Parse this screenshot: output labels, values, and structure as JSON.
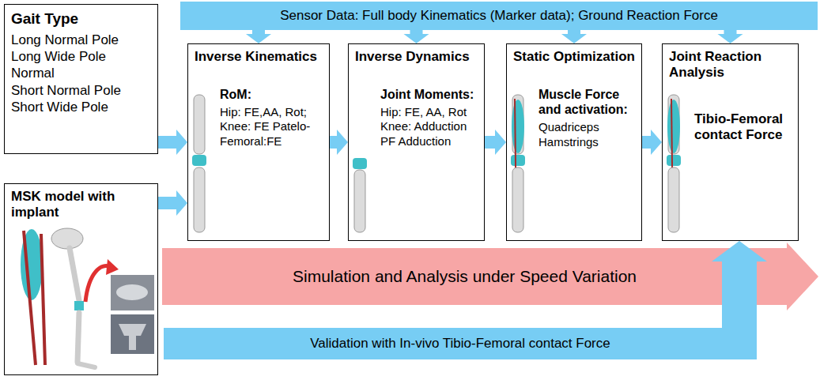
{
  "diagram": {
    "nodes": [
      {
        "text": [
          "Sensor Data: Full body Kinematics (Marker data); Ground Reaction Force"
        ]
      },
      {
        "text": [
          "Gait Type",
          "Long Normal Pole",
          "Long Wide Pole",
          "Normal",
          "Short Normal Pole",
          "Short Wide Pole"
        ]
      },
      {
        "text": [
          "Inverse Kinematics",
          "RoM:",
          "Hip: FE,AA, Rot; Knee: FE Patelo-Femoral:FE"
        ]
      },
      {
        "text": [
          "Inverse Dynamics",
          "Joint Moments:",
          "Hip: FE, AA, Rot Knee: Adduction PF Adduction"
        ]
      },
      {
        "text": [
          "Static Optimization",
          "Muscle Force and activation:",
          "Quadriceps Hamstrings"
        ]
      },
      {
        "text": [
          "Joint Reaction Analysis",
          "Tibio-Femoral contact Force"
        ]
      },
      {
        "text": [
          "MSK model with implant"
        ]
      },
      {
        "text": [
          "Simulation and Analysis under Speed Variation"
        ]
      },
      {
        "text": [
          "Validation with In-vivo Tibio-Femoral contact Force"
        ]
      }
    ],
    "edges": [
      {
        "from": 1,
        "to": 2,
        "arrow": "to"
      },
      {
        "from": 6,
        "to": 2,
        "arrow": "to"
      },
      {
        "from": 2,
        "to": 3,
        "arrow": "to"
      },
      {
        "from": 3,
        "to": 4,
        "arrow": "to"
      },
      {
        "from": 4,
        "to": 5,
        "arrow": "to"
      },
      {
        "from": 0,
        "to": 2,
        "arrow": "to"
      },
      {
        "from": 0,
        "to": 3,
        "arrow": "to"
      },
      {
        "from": 0,
        "to": 4,
        "arrow": "to"
      },
      {
        "from": 0,
        "to": 5,
        "arrow": "to"
      },
      {
        "from": 8,
        "to": 5,
        "arrow": "to"
      }
    ]
  }
}
